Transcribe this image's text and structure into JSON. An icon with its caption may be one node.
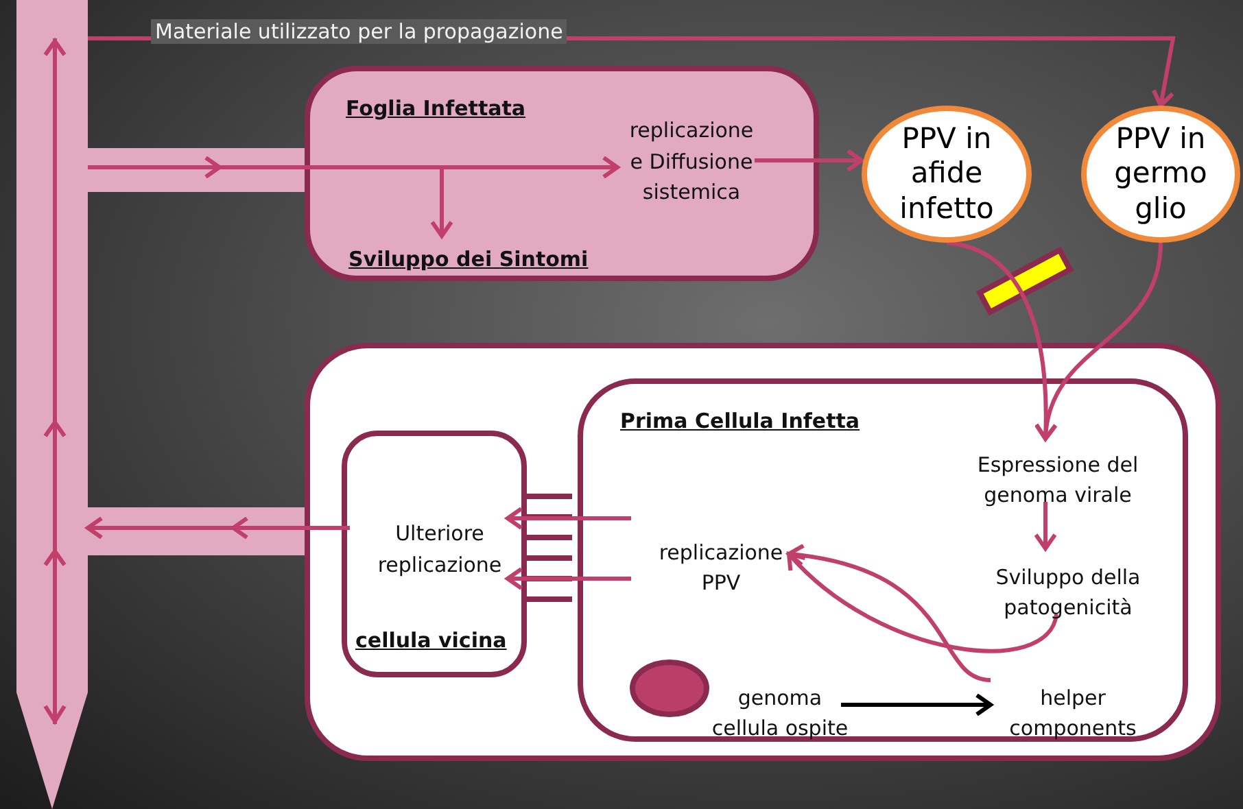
{
  "diagram": {
    "nodes": [
      {
        "text": [],
        "shape": "bar"
      },
      {
        "text": [
          "Foglia Infettata"
        ]
      },
      {
        "text": [
          "replicazione e Diffusione sistemica"
        ],
        "in": 1
      },
      {
        "text": [
          "Sviluppo dei Sintomi"
        ],
        "in": 1
      },
      {
        "text": [
          "PPV in afide infetto"
        ]
      },
      {
        "text": [
          "PPV in germo glio"
        ]
      },
      {
        "text": [],
        "shape": "box"
      },
      {
        "text": [
          "cellula vicina"
        ],
        "in": 6
      },
      {
        "text": [
          "Ulteriore replicazione"
        ],
        "in": 7
      },
      {
        "text": [
          "Prima Cellula Infetta"
        ],
        "in": 6
      },
      {
        "text": [
          "Espressione del genoma virale"
        ],
        "in": 9
      },
      {
        "text": [
          "replicazione PPV"
        ],
        "in": 9
      },
      {
        "text": [
          "Sviluppo della patogenicità"
        ],
        "in": 9
      },
      {
        "text": [
          "genoma cellula ospite"
        ],
        "in": 9
      },
      {
        "text": [
          "helper components"
        ],
        "in": 9
      }
    ],
    "edges": [
      {
        "from": 0,
        "to": 2,
        "arrow": "to"
      },
      {
        "from": 0,
        "to": 3,
        "arrow": "to"
      },
      {
        "from": 2,
        "to": 4,
        "arrow": "to"
      },
      {
        "from": 0,
        "to": 5,
        "arrow": "to",
        "label": "Materiale utilizzato per la propagazione"
      },
      {
        "from": 4,
        "to": 10,
        "arrow": "to"
      },
      {
        "from": 5,
        "to": 10,
        "arrow": "to"
      },
      {
        "from": 10,
        "to": 12,
        "arrow": "to"
      },
      {
        "from": 12,
        "to": 11,
        "arrow": "to"
      },
      {
        "from": 14,
        "to": 11,
        "arrow": "to"
      },
      {
        "from": 13,
        "to": 14,
        "arrow": "to",
        "color": "#000000"
      },
      {
        "from": 11,
        "to": 8,
        "arrow": "to"
      },
      {
        "from": 11,
        "to": 8,
        "arrow": "to"
      },
      {
        "from": 8,
        "to": 0,
        "arrow": "to"
      }
    ]
  }
}
